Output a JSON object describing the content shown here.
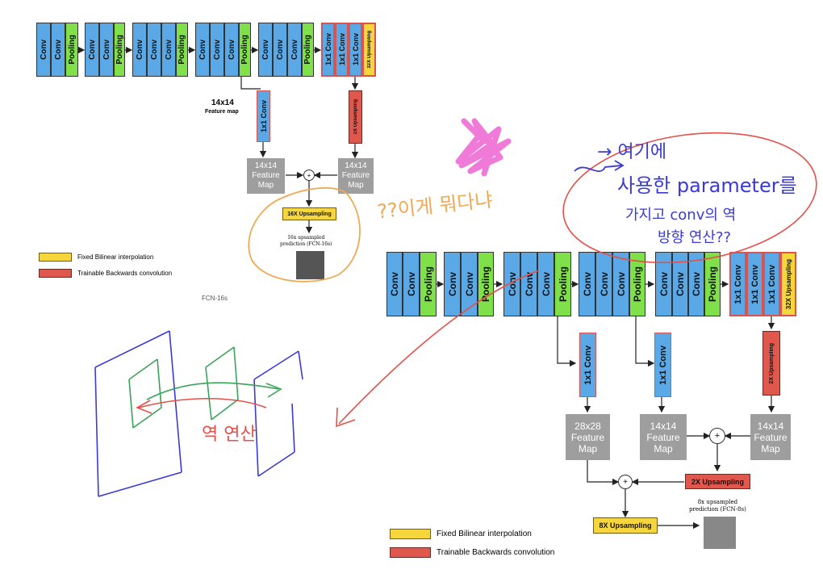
{
  "top_diagram": {
    "blocks": {
      "conv": "Conv",
      "pooling": "Pooling",
      "conv1x1": "1x1 Conv",
      "up32": "32X Upsampling",
      "up2": "2X Upsampling",
      "up16": "16X Upsampling"
    },
    "feature_label": "14x14",
    "feature_sub": "Feature map",
    "feature_map": [
      "14x14",
      "Feature",
      "Map"
    ],
    "prediction": [
      "16x upsampled",
      "prediction (FCN-16s)"
    ],
    "legend": {
      "yellow": "Fixed Bilinear interpolation",
      "red": "Trainable Backwards convolution"
    },
    "caption": "FCN-16s"
  },
  "bottom_diagram": {
    "blocks": {
      "conv": "Conv",
      "pooling": "Pooling",
      "conv1x1": "1x1 Conv",
      "up32": "32X Upsampling",
      "up2": "2X Upsampling",
      "up8": "8X Upsampling"
    },
    "feature_map_28": [
      "28x28",
      "Feature",
      "Map"
    ],
    "feature_map_14": [
      "14x14",
      "Feature",
      "Map"
    ],
    "prediction": [
      "8x upsampled",
      "prediction (FCN-8s)"
    ],
    "legend": {
      "yellow": "Fixed Bilinear interpolation",
      "red": "Trainable Backwards convolution"
    }
  },
  "annotations": {
    "question": "??이게 뭐다냐",
    "note_line1": "→ 여기에",
    "note_line2": "사용한 parameter를",
    "note_line3": "가지고 conv의 역",
    "note_line4": "방향 연산??",
    "reverse_op": "역 연산"
  },
  "colors": {
    "conv": "#5aa9e6",
    "pooling": "#7fe04a",
    "upsample_fixed": "#f5d63d",
    "upsample_trainable": "#e0574d",
    "feature_map": "#9e9e9e"
  }
}
